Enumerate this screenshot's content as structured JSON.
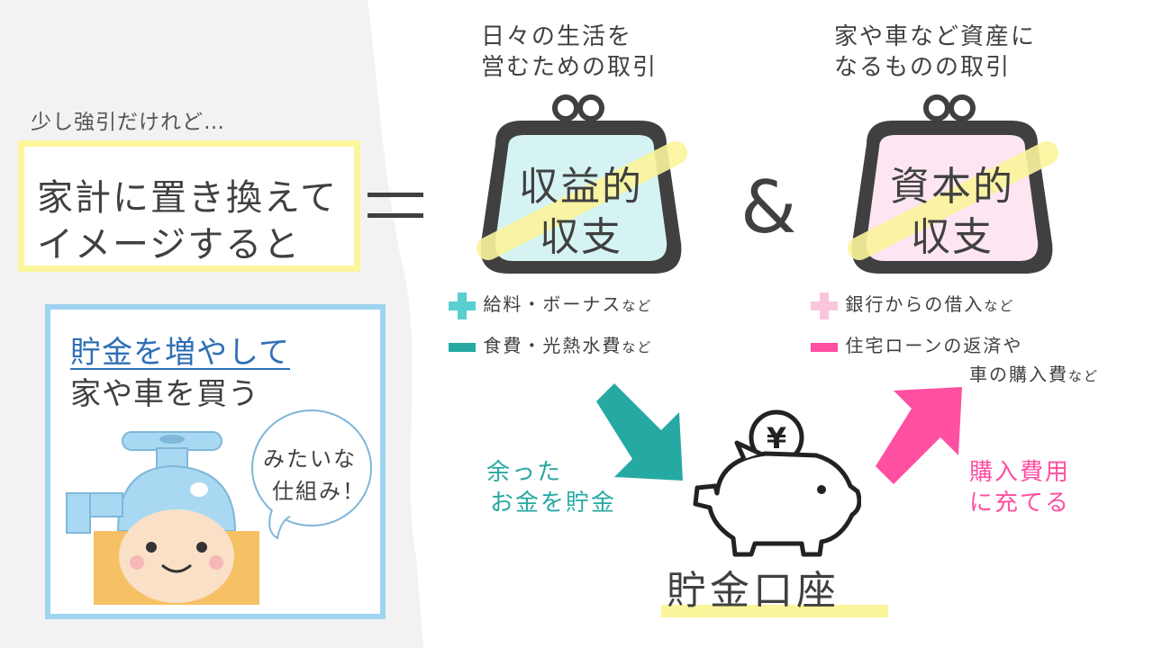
{
  "intro": {
    "lead": "少し強引だけれど…",
    "main_line1": "家計に置き換えて",
    "main_line2": "イメージすると"
  },
  "example": {
    "line1": "貯金を増やして",
    "line2": "家や車を買う",
    "bubble_line1": "みたいな",
    "bubble_line2": "仕組み！"
  },
  "left_purse": {
    "caption_line1": "日々の生活を",
    "caption_line2": "営むための取引",
    "label_line1": "収益的",
    "label_line2": "収支",
    "plus_text": "給料・ボーナス",
    "plus_suffix": "など",
    "minus_text": "食費・光熱水費",
    "minus_suffix": "など",
    "color": "#d6f3f3"
  },
  "right_purse": {
    "caption_line1": "家や車など資産に",
    "caption_line2": "なるものの取引",
    "label_line1": "資本的",
    "label_line2": "収支",
    "plus_text": "銀行からの借入",
    "plus_suffix": "など",
    "minus_text_line1": "住宅ローンの返済や",
    "minus_text_line2": "車の購入費",
    "minus_suffix": "など",
    "color": "#fde6f1"
  },
  "ampersand": "&",
  "savings_flow": {
    "text_line1": "余った",
    "text_line2": "お金を貯金"
  },
  "purchase_flow": {
    "text_line1": "購入費用",
    "text_line2": "に充てる"
  },
  "piggy": {
    "coin_symbol": "¥",
    "account_label": "貯金口座"
  },
  "colors": {
    "teal": "#27a9a3",
    "pink": "#ff4fa0",
    "yellow_highlight": "#fbf59b",
    "blue_frame": "#9fd4f0",
    "blue_title": "#2f6fb5"
  }
}
